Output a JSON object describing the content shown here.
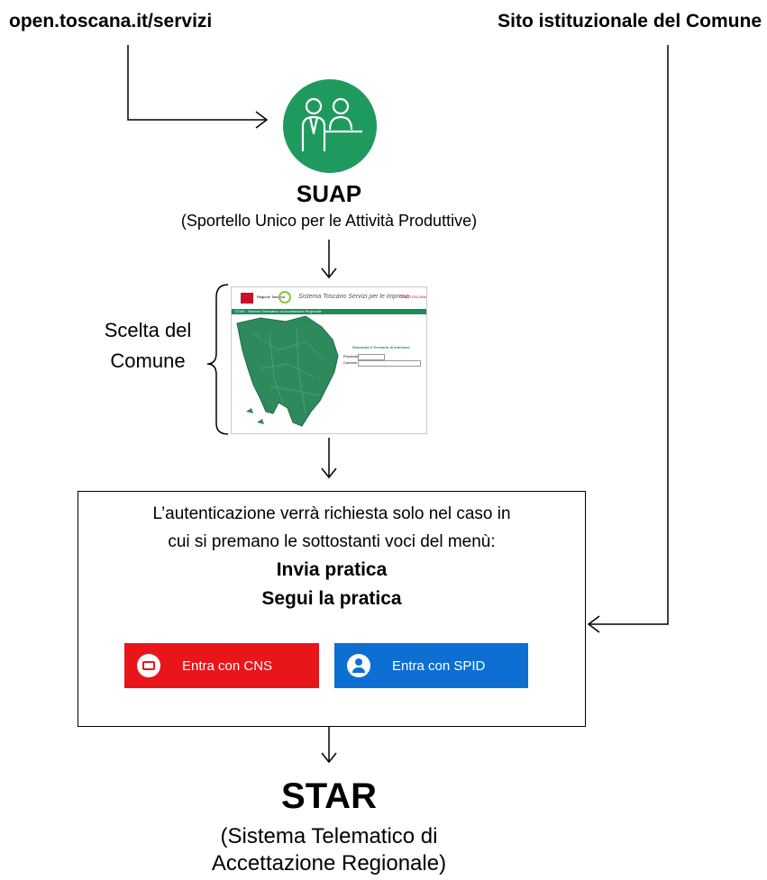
{
  "sources": {
    "left": "open.toscana.it/servizi",
    "right": "Sito istituzionale del Comune"
  },
  "suap": {
    "icon": "people-at-desk-icon",
    "title": "SUAP",
    "subtitle": "(Sportello Unico per le Attività Produttive)"
  },
  "scelta": {
    "line1": "Scelta del",
    "line2": "Comune"
  },
  "screenshot": {
    "header_left": "Regione Toscana",
    "header_title": "Sistema Toscano Servizi per le Imprese",
    "header_right": "OPENTOSCANA",
    "bar_text": "STAR - Sistema Telematico di Accettazione Regionale",
    "panel_title": "Seleziona il Territorio di interesse",
    "field1": "Provincia",
    "field2": "Comune"
  },
  "auth": {
    "line1": "L’autenticazione verrà richiesta solo nel caso in",
    "line2": "cui si premano le sottostanti voci del menù:",
    "menu1": "Invia pratica",
    "menu2": "Segui la pratica"
  },
  "buttons": {
    "cns_label": "Entra con CNS",
    "spid_label": "Entra con SPID",
    "cns_color": "#e8161b",
    "spid_color": "#0d6fd1"
  },
  "star": {
    "title": "STAR",
    "sub1": "(Sistema Telematico di",
    "sub2": "Accettazione Regionale)"
  },
  "colors": {
    "suap_green": "#1f9a5e",
    "map_green": "#2e8a5c"
  }
}
